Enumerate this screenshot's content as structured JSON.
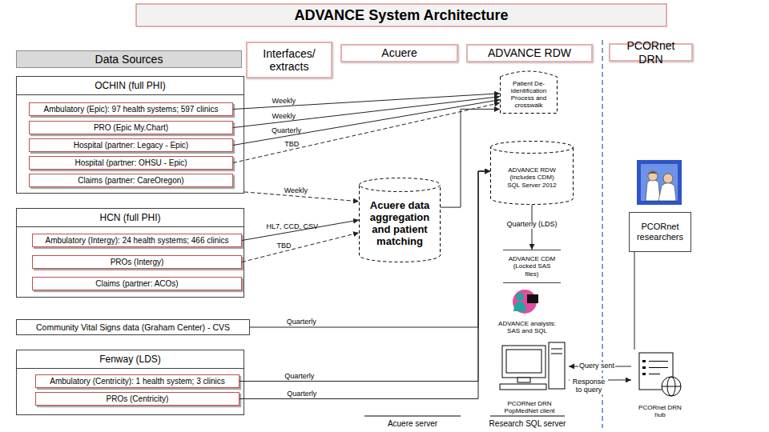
{
  "diagram": {
    "title": "ADVANCE System Architecture",
    "nodes": [
      {
        "text": [
          "Data Sources"
        ]
      },
      {
        "text": [
          "Interfaces/ extracts"
        ]
      },
      {
        "text": [
          "Acuere"
        ]
      },
      {
        "text": [
          "ADVANCE RDW"
        ]
      },
      {
        "text": [
          "PCORnet DRN"
        ]
      },
      {
        "text": [
          "OCHIN (full PHI)"
        ]
      },
      {
        "text": [
          "Ambulatory (Epic): 97 health systems; 597 clinics"
        ],
        "in": 5
      },
      {
        "text": [
          "PRO (Epic My.Chart)"
        ],
        "in": 5
      },
      {
        "text": [
          "Hospital (partner: Legacy - Epic)"
        ],
        "in": 5
      },
      {
        "text": [
          "Hospital (partner: OHSU - Epic)"
        ],
        "in": 5
      },
      {
        "text": [
          "Claims (partner: CareOregon)"
        ],
        "in": 5
      },
      {
        "text": [
          "Patient De-identification Process and crosswalk"
        ]
      },
      {
        "text": [
          "ADVANCE RDW (includes CDM) SQL Server 2012"
        ]
      },
      {
        "text": [
          "Acuere data aggregation and patient matching"
        ]
      },
      {
        "text": [
          "HCN (full PHI)"
        ]
      },
      {
        "text": [
          "Ambulatory (Intergy): 24 health systems; 466 clinics"
        ],
        "in": 14
      },
      {
        "text": [
          "PROs (Intergy)"
        ],
        "in": 14
      },
      {
        "text": [
          "Claims (partner: ACOs)"
        ],
        "in": 14
      },
      {
        "text": [
          "PCORnet researchers"
        ]
      },
      {
        "text": [
          "ADVANCE CDM (Locked SAS files)"
        ]
      },
      {
        "text": [
          "Community Vital Signs data (Graham Center) - CVS"
        ]
      },
      {
        "text": [
          "ADVANCE analysts: SAS and SQL"
        ]
      },
      {
        "text": [
          "Fenway (LDS)"
        ]
      },
      {
        "text": [
          "Ambulatory (Centricity): 1 health system; 3 clinics"
        ],
        "in": 22
      },
      {
        "text": [
          "PROs (Centricity)"
        ],
        "in": 22
      },
      {
        "text": [
          "PCORNet DRN PopMedNet client"
        ]
      },
      {
        "text": [
          "PCORnet DRN hub"
        ]
      }
    ],
    "edges": [
      {
        "from": 6,
        "to": 11,
        "arrow": "to",
        "label": "Weekly"
      },
      {
        "from": 7,
        "to": 11,
        "arrow": "to",
        "label": "Weekly"
      },
      {
        "from": 8,
        "to": 11,
        "arrow": "to",
        "label": "Quarterly"
      },
      {
        "from": 9,
        "to": 11,
        "arrow": "to",
        "label": "TBD"
      },
      {
        "from": 5,
        "to": 13,
        "arrow": "to",
        "label": "Weekly"
      },
      {
        "from": 15,
        "to": 13,
        "arrow": "to",
        "label": "HL7, CCD, CSV"
      },
      {
        "from": 16,
        "to": 13,
        "arrow": "to",
        "label": "TBD"
      },
      {
        "from": 13,
        "to": 11,
        "arrow": "to"
      },
      {
        "from": 12,
        "to": 19,
        "arrow": "to",
        "label": "Quarterly (LDS)"
      },
      {
        "from": 20,
        "to": 12,
        "arrow": "to",
        "label": "Quarterly"
      },
      {
        "from": 23,
        "to": 12,
        "arrow": "to",
        "label": "Quarterly"
      },
      {
        "from": 24,
        "to": 12,
        "arrow": "to",
        "label": "Quarterly"
      },
      {
        "from": 26,
        "to": 25,
        "arrow": "to",
        "label": "Query sent"
      },
      {
        "from": 25,
        "to": 26,
        "arrow": "to",
        "label": "Response to query"
      },
      {
        "from": 18,
        "to": 26,
        "arrow": "none"
      }
    ],
    "labels": [
      "Acuere server",
      "Research SQL server"
    ]
  }
}
